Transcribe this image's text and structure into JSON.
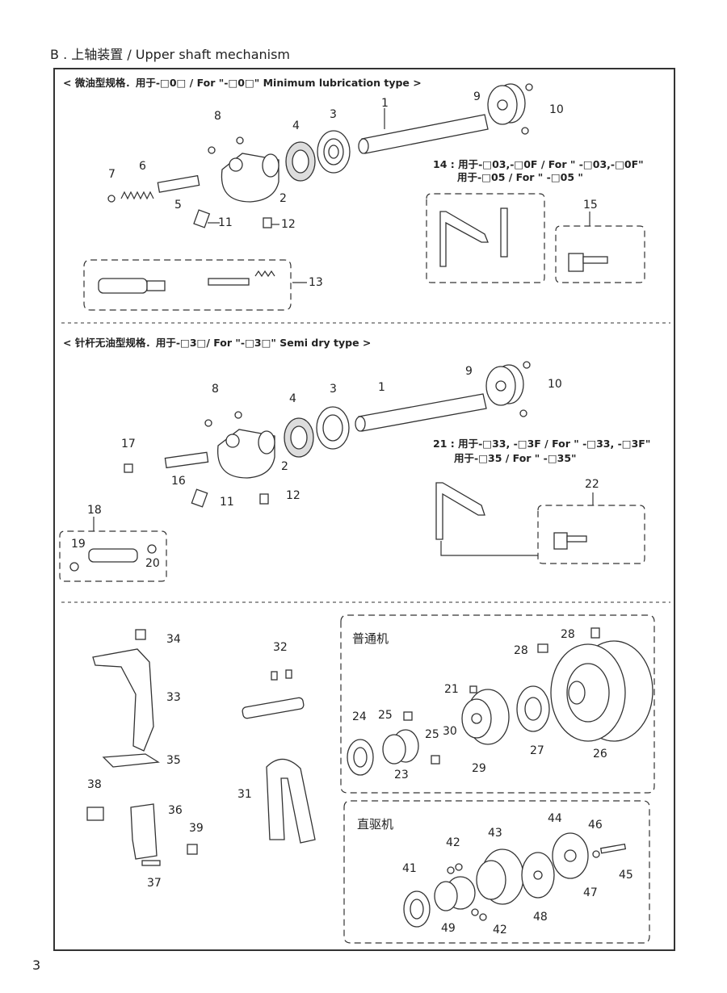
{
  "page": {
    "title": "B . 上轴装置 / Upper shaft mechanism",
    "page_number": "3"
  },
  "sections": {
    "min_lube_header": "< 微油型规格．用于-□0□ / For \"-□0□\" Minimum lubrication type >",
    "semi_dry_header": "< 针杆无油型规格．用于-□3□/ For \"-□3□\" Semi dry type >",
    "common_machine": "普通机",
    "direct_drive": "直驱机"
  },
  "variants": {
    "v14_line1": "14 : 用于-□03,-□0F / For \" -□03,-□0F\"",
    "v14_line2": "用于-□05 / For \" -□05 \"",
    "v21_line1": "21 : 用于-□33, -□3F / For \" -□33, -□3F\"",
    "v21_line2": "用于-□35 / For \" -□35\""
  },
  "labels": {
    "s1": {
      "p1": "1",
      "p2": "2",
      "p3": "3",
      "p4": "4",
      "p5": "5",
      "p6": "6",
      "p7": "7",
      "p8": "8",
      "p9": "9",
      "p10": "10",
      "p11": "11",
      "p12": "12",
      "p13": "13",
      "p15": "15"
    },
    "s2": {
      "p1": "1",
      "p2": "2",
      "p3": "3",
      "p4": "4",
      "p8": "8",
      "p9": "9",
      "p10": "10",
      "p11": "11",
      "p12": "12",
      "p16": "16",
      "p17": "17",
      "p18": "18",
      "p19": "19",
      "p20": "20",
      "p22": "22"
    },
    "s3": {
      "p31": "31",
      "p32": "32",
      "p33": "33",
      "p34": "34",
      "p35": "35",
      "p36": "36",
      "p37": "37",
      "p38": "38",
      "p39": "39"
    },
    "common": {
      "p21": "21",
      "p23": "23",
      "p24": "24",
      "p25a": "25",
      "p25b": "25",
      "p26": "26",
      "p27": "27",
      "p28a": "28",
      "p28b": "28",
      "p29": "29",
      "p30": "30"
    },
    "direct": {
      "p41": "41",
      "p42a": "42",
      "p42b": "42",
      "p43": "43",
      "p44": "44",
      "p45": "45",
      "p46": "46",
      "p47": "47",
      "p48": "48",
      "p49": "49"
    }
  }
}
